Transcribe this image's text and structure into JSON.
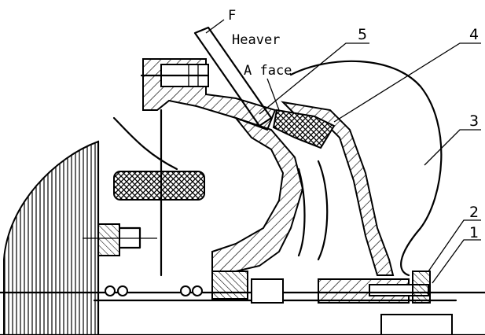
{
  "labels": {
    "force": "F",
    "heaver": "Heaver",
    "face": "A face"
  },
  "parts": [
    "1",
    "2",
    "3",
    "4",
    "5"
  ],
  "colors": {
    "ink": "#000000",
    "paper": "#ffffff"
  }
}
